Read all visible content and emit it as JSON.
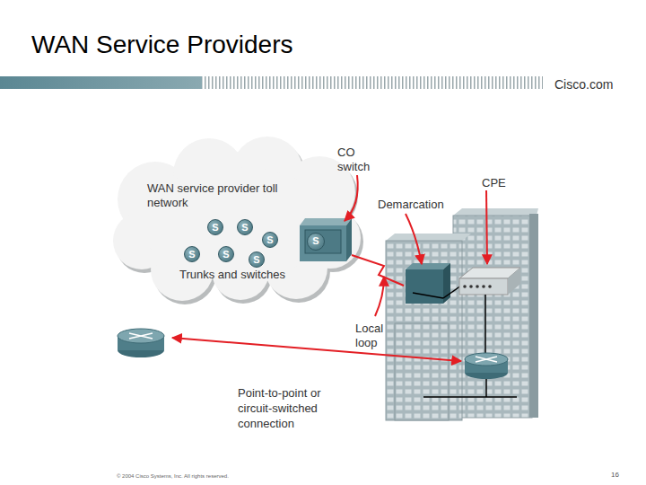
{
  "diagram": {
    "title": "WAN Service Providers",
    "nodes": [
      {
        "text": [
          "WAN service provider toll network",
          "Trunks and switches"
        ]
      },
      {
        "text": [
          "S"
        ],
        "in": 0
      },
      {
        "text": [
          "S"
        ],
        "in": 0
      },
      {
        "text": [
          "S"
        ],
        "in": 0
      },
      {
        "text": [
          "S"
        ],
        "in": 0
      },
      {
        "text": [
          "S"
        ],
        "in": 0
      },
      {
        "text": [
          "S"
        ],
        "in": 0
      },
      {
        "text": [
          "S"
        ],
        "in": 0
      }
    ],
    "labels": [
      "CO switch",
      "Demarcation",
      "CPE",
      "Local loop",
      "Point-to-point or circuit-switched connection",
      "Cisco.com",
      "© 2004 Cisco Systems, Inc. All rights reserved.",
      "16"
    ]
  }
}
